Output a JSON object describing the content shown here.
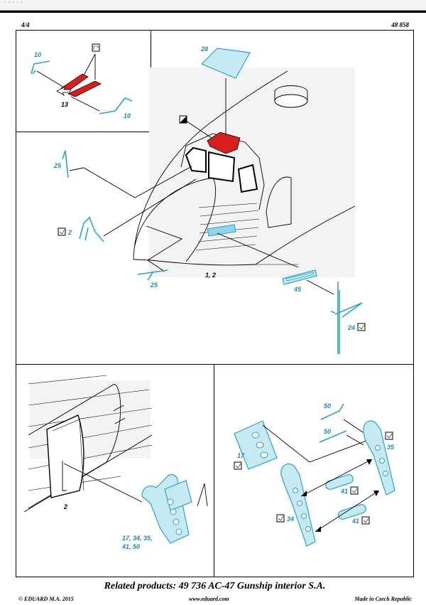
{
  "header": {
    "page": "4/4",
    "catalog": "48 858"
  },
  "labels": {
    "p10a": "10",
    "p10b": "10",
    "p13": "13",
    "p28": "28",
    "p25a": "25",
    "p2": "2",
    "p25b": "25",
    "p12": "1, 2",
    "p45": "45",
    "p24": "24",
    "p2b": "2",
    "p17list": "17, 34, 35,",
    "p4150": "41, 50",
    "p50a": "50",
    "p50b": "50",
    "p17": "17",
    "p35": "35",
    "p41a": "41",
    "p41b": "41",
    "p34": "34"
  },
  "footer": {
    "related": "Related products: 49 736 AC-47 Gunship interior S.A.",
    "copyright": "© EDUARD  M.A. 2015",
    "website": "www.eduard.com",
    "made_in": "Made in Czech Republic"
  },
  "colors": {
    "photo_etch": "#2aa5c8",
    "highlight": "#d81e1e",
    "ink": "#000000"
  },
  "icons": [
    "bend-fold-icon",
    "check-box-icon",
    "black-triangle-icon",
    "arrow-icon"
  ]
}
